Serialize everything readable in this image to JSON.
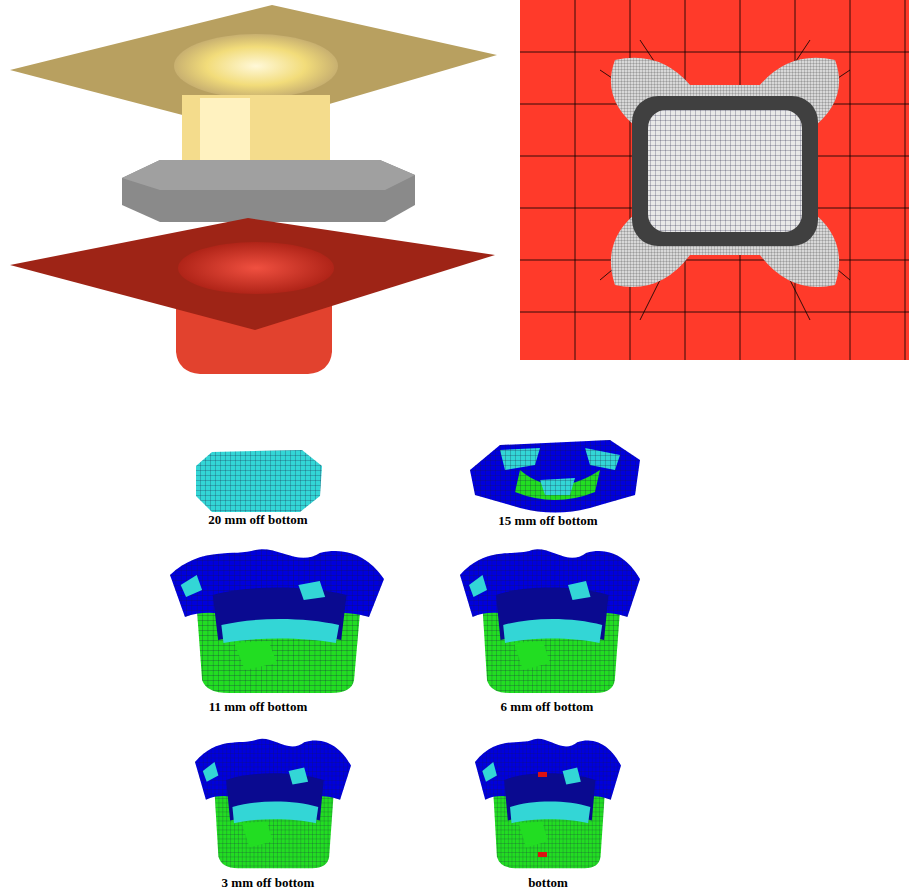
{
  "diagram": {
    "labels": [
      "20 mm off bottom",
      "15 mm off bottom",
      "11 mm off bottom",
      "6 mm off bottom",
      "3 mm off bottom",
      "bottom"
    ]
  }
}
